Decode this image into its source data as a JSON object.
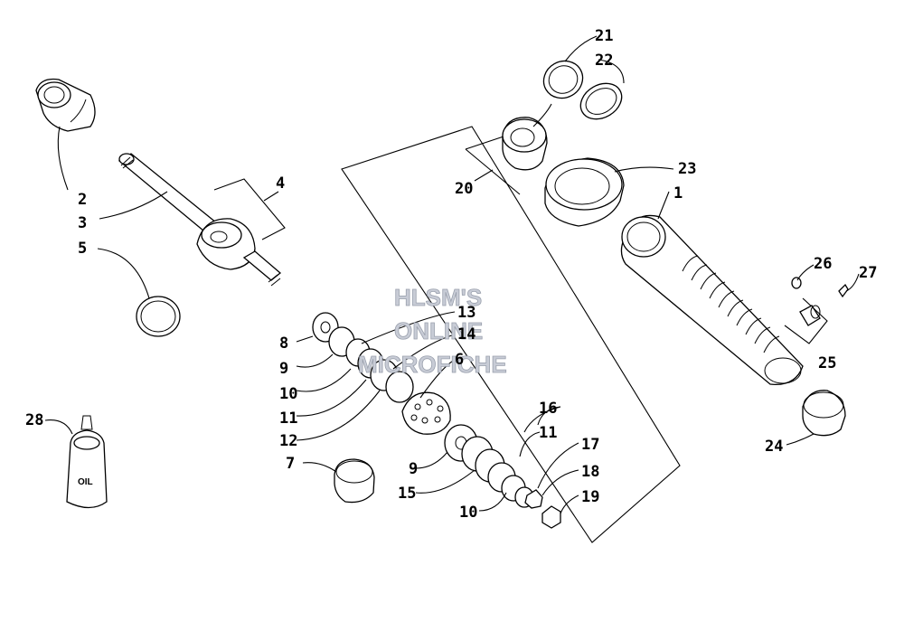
{
  "diagram": {
    "watermark": [
      "HLSM'S",
      "ONLINE",
      "MICROFICHE"
    ],
    "oil_bottle_text": "OIL",
    "callouts": {
      "c1": "1",
      "c2": "2",
      "c3": "3",
      "c4": "4",
      "c5": "5",
      "c6": "6",
      "c7": "7",
      "c8": "8",
      "c9a": "9",
      "c9b": "9",
      "c10a": "10",
      "c10b": "10",
      "c11a": "11",
      "c11b": "11",
      "c12": "12",
      "c13": "13",
      "c14": "14",
      "c15": "15",
      "c16": "16",
      "c17": "17",
      "c18": "18",
      "c19": "19",
      "c20": "20",
      "c21": "21",
      "c22": "22",
      "c23": "23",
      "c24": "24",
      "c25": "25",
      "c26": "26",
      "c27": "27",
      "c28": "28"
    }
  }
}
